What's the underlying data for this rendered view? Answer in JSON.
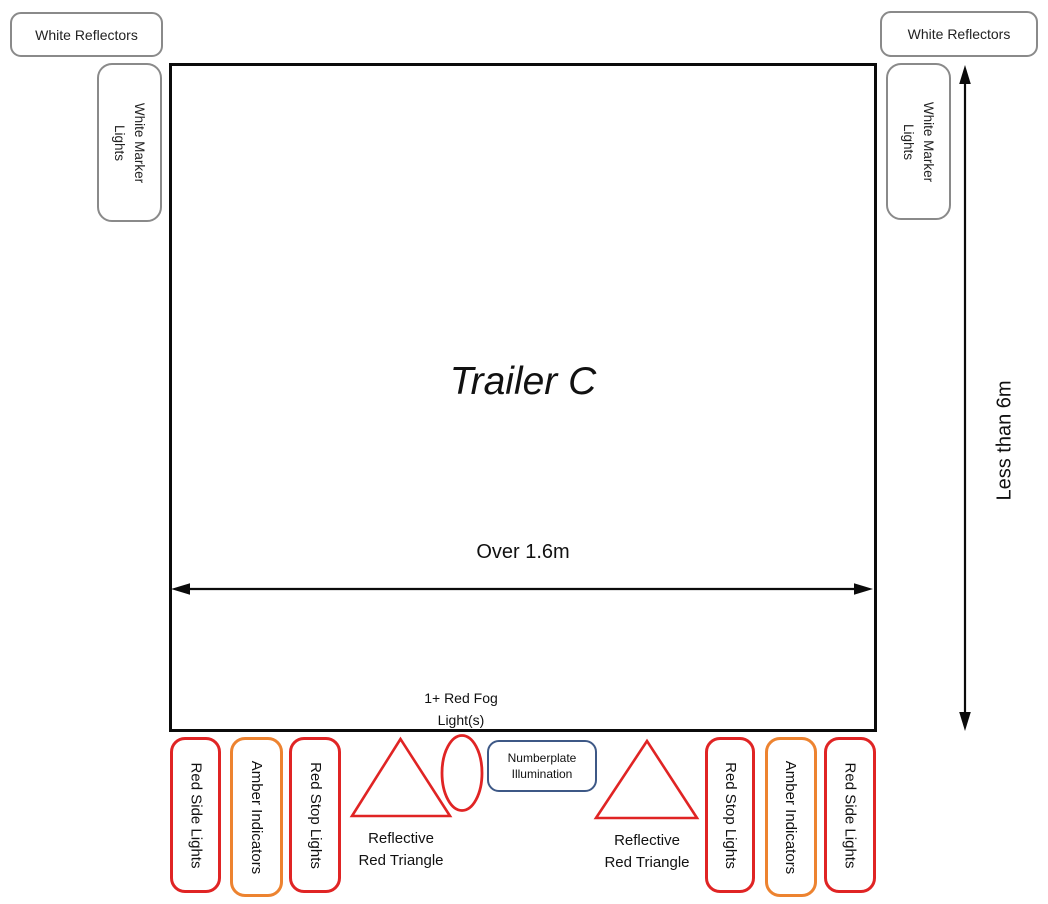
{
  "colors": {
    "red": "#e02424",
    "amber": "#ed8330",
    "blue": "#3d5886",
    "gray": "#8a8a8a",
    "ink": "#0b0b0b"
  },
  "trailer": {
    "title": "Trailer C",
    "width_label": "Over 1.6m",
    "length_label": "Less than 6m"
  },
  "front": {
    "white_reflectors": "White Reflectors",
    "white_marker_line1": "White Marker",
    "white_marker_line2": "Lights"
  },
  "rear": {
    "red_side_lights": "Red Side Lights",
    "amber_indicators": "Amber Indicators",
    "red_stop_lights": "Red Stop Lights",
    "fog_line1": "1+ Red Fog",
    "fog_line2": "Light(s)",
    "triangle_line1": "Reflective",
    "triangle_line2": "Red Triangle",
    "numberplate_line1": "Numberplate",
    "numberplate_line2": "Illumination"
  }
}
